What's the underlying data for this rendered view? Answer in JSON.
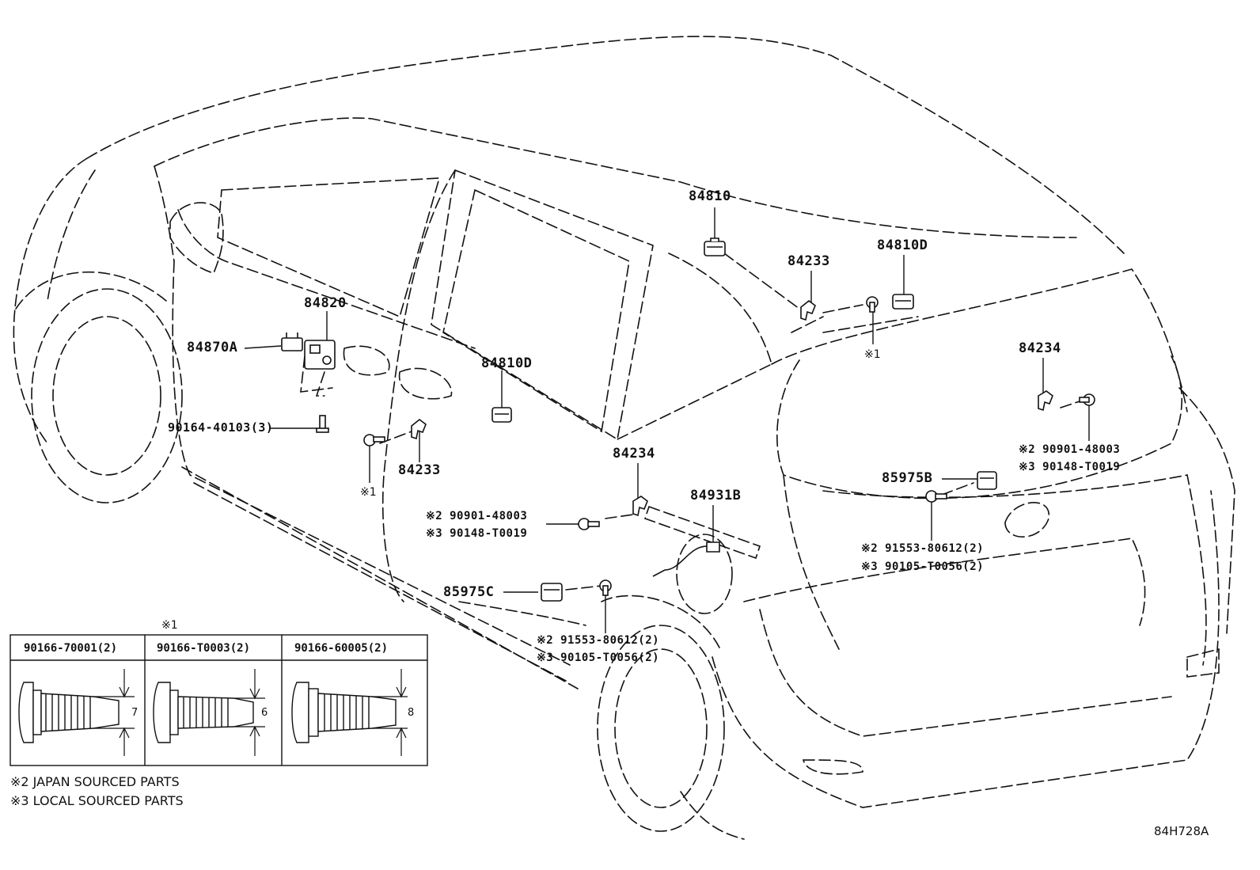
{
  "diagram_id": "84H728A",
  "callouts": {
    "c84810": "84810",
    "c84233_top": "84233",
    "c84810D_top": "84810D",
    "c84820": "84820",
    "c84870A": "84870A",
    "c84810D_mid": "84810D",
    "c84234_right": "84234",
    "c90164": "90164-40103(3)",
    "c84233_mid": "84233",
    "c84234_mid": "84234",
    "c84931B": "84931B",
    "c85975B": "85975B",
    "c85975C": "85975C",
    "r2a": "※2 90901-48003",
    "r3a": "※3 90148-T0019",
    "m2a": "※2 90901-48003",
    "m3a": "※3 90148-T0019",
    "r2b": "※2 91553-80612(2)",
    "r3b": "※3 90105-T0056(2)",
    "l2b": "※2 91553-80612(2)",
    "l3b": "※3 90105-T0056(2)",
    "mark1_top": "※1",
    "mark1_left": "※1"
  },
  "table": {
    "title": "※1",
    "headers": [
      "90166-70001(2)",
      "90166-T0003(2)",
      "90166-60005(2)"
    ],
    "dims": [
      "7",
      "6",
      "8"
    ]
  },
  "notes": {
    "n2": "※2 JAPAN SOURCED PARTS",
    "n3": "※3 LOCAL SOURCED PARTS"
  }
}
